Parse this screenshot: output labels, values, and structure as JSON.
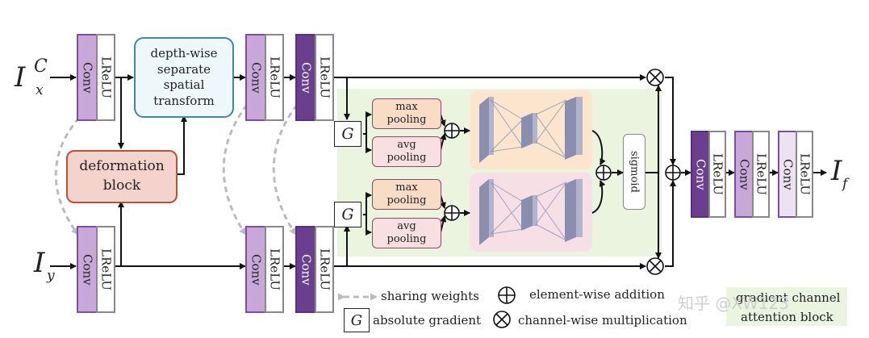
{
  "inputs": {
    "ix": {
      "main": "I",
      "sup": "C",
      "sub": "x"
    },
    "iy": {
      "main": "I",
      "sub": "y"
    }
  },
  "output": {
    "main": "I",
    "sub": "f"
  },
  "blocks": {
    "conv": "Conv",
    "lrelu": "LReLU",
    "spatial_transform": "depth-wise\nseparate\nspatial\ntransform",
    "deformation": "deformation\nblock",
    "max_pooling": "max\npooling",
    "avg_pooling": "avg\npooling",
    "sigmoid": "sigmoid",
    "gradient_symbol": "G"
  },
  "legend": {
    "sharing_weights": "sharing weights",
    "element_wise_addition": "element-wise addition",
    "absolute_gradient": "absolute gradient",
    "channel_wise_multiplication": "channel-wise multiplication",
    "gradient_channel_attention_line1": "gradient channel",
    "gradient_channel_attention_line2": "attention block"
  },
  "watermark": "知乎 @XW123",
  "colors": {
    "conv_light": "#c9a8d9",
    "conv_dark": "#6a3f8e",
    "conv_border": "#7b4ea3",
    "lrelu_fill": "#ffffff",
    "lrelu_border": "#888888",
    "transform_fill": "#eef8fa",
    "transform_border": "#3b8b94",
    "deform_fill": "#f3d3cb",
    "deform_border": "#b4523a",
    "pool_fill": "#f9dcc6",
    "pool_fill_2": "#f8e0e0",
    "pool_border": "#8a4a6a",
    "attention_bg": "#eaf4df",
    "mlp_top_bg": "#fbe6cd",
    "mlp_bot_bg": "#f6e0e6",
    "cube": "#9fa3bf",
    "share_arrow": "#b8bcc0"
  }
}
